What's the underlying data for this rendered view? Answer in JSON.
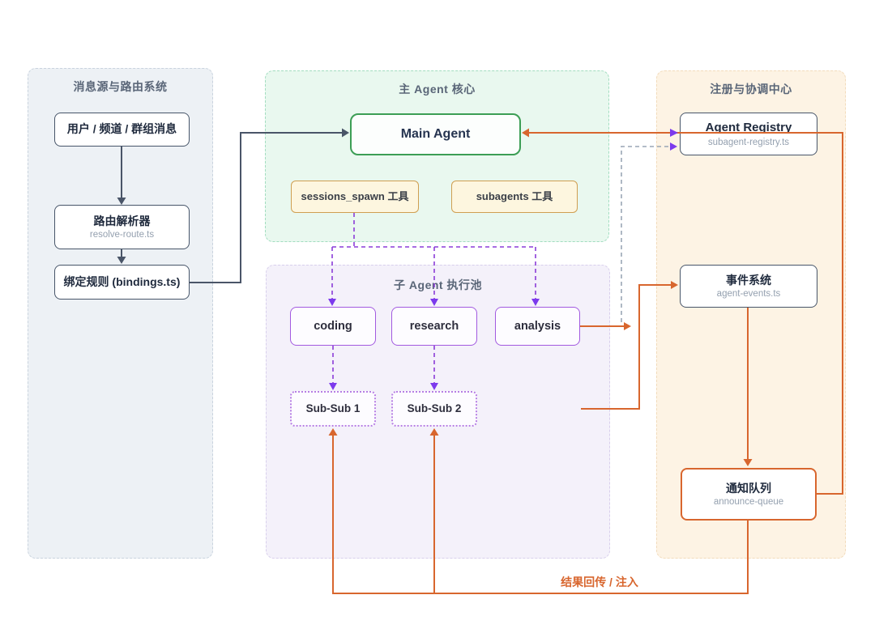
{
  "diagram": {
    "panels": {
      "routing": {
        "title": "消息源与路由系统",
        "boxes": [
          {
            "title": "用户 / 频道 / 群组消息"
          },
          {
            "title": "路由解析器",
            "subtitle": "resolve-route.ts"
          },
          {
            "title": "绑定规则 (bindings.ts)"
          }
        ]
      },
      "core": {
        "title": "主 Agent 核心",
        "main_agent_label": "Main Agent",
        "tools": [
          {
            "label": "sessions_spawn 工具"
          },
          {
            "label": "subagents 工具"
          }
        ]
      },
      "pool": {
        "title": "子 Agent 执行池",
        "agents": [
          {
            "label": "coding"
          },
          {
            "label": "research"
          },
          {
            "label": "analysis"
          }
        ],
        "sub_subs": [
          {
            "label": "Sub-Sub 1"
          },
          {
            "label": "Sub-Sub 2"
          }
        ]
      },
      "coordination": {
        "title": "注册与协调中心",
        "boxes": [
          {
            "title": "Agent Registry",
            "subtitle": "subagent-registry.ts"
          },
          {
            "title": "事件系统",
            "subtitle": "agent-events.ts"
          },
          {
            "title": "通知队列",
            "subtitle": "announce-queue"
          }
        ]
      }
    },
    "edge_label": "结果回传 / 注入",
    "colors": {
      "slate_line": "#4a5568",
      "purple_line": "#8b3dd8",
      "gray_dash_line": "#9aa6b5",
      "orange_line": "#d8662e",
      "green_accent": "#3c9e55",
      "yellow_tool_border": "#cf9f51",
      "routing_panel_bg": "#edf1f5",
      "core_panel_bg": "#e9f8ef",
      "pool_panel_bg": "#f4f1fa",
      "coord_panel_bg": "#fdf3e4"
    }
  }
}
